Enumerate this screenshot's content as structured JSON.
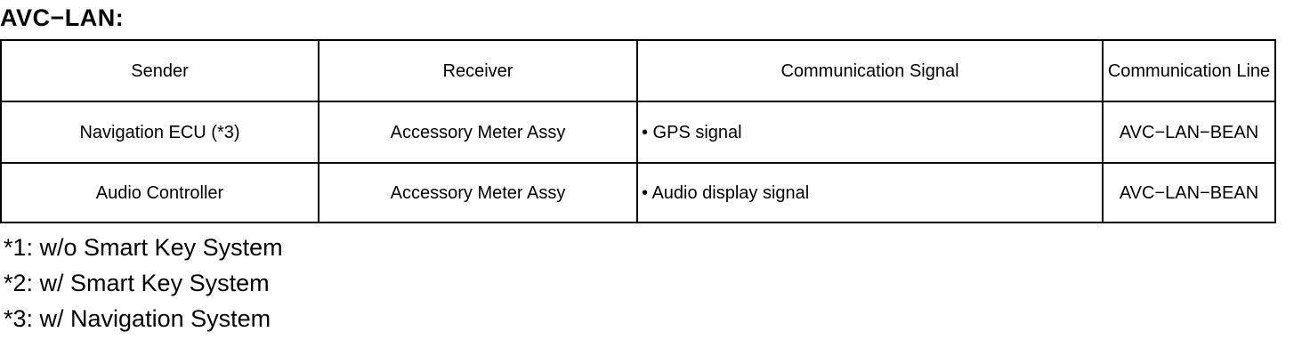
{
  "title": "AVC−LAN:",
  "table": {
    "headers": {
      "sender": "Sender",
      "receiver": "Receiver",
      "signal": "Communication Signal",
      "line": "Communication Line"
    },
    "rows": [
      {
        "sender": "Navigation ECU (*3)",
        "receiver": "Accessory Meter Assy",
        "signal": "• GPS signal",
        "line": "AVC−LAN−BEAN"
      },
      {
        "sender": "Audio Controller",
        "receiver": "Accessory Meter Assy",
        "signal": "• Audio display signal",
        "line": "AVC−LAN−BEAN"
      }
    ]
  },
  "notes": [
    "*1: w/o Smart Key System",
    "*2: w/ Smart Key System",
    "*3: w/ Navigation System"
  ]
}
